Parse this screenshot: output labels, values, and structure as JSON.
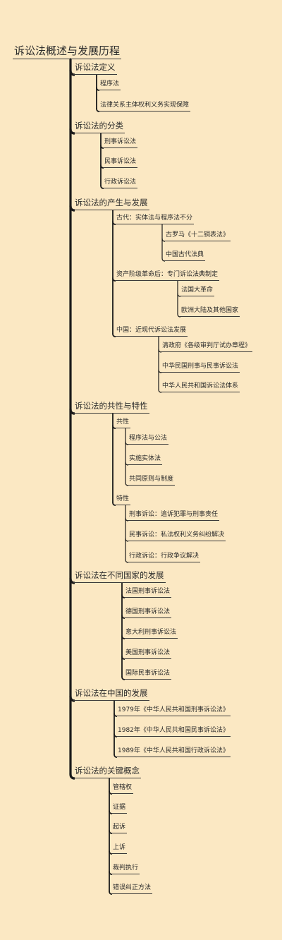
{
  "colors": {
    "background": "#fbe8c3",
    "line": "#1a1a1a",
    "text": "#2b2b2b"
  },
  "root": {
    "label": "诉讼法概述与发展历程",
    "children": [
      {
        "label": "诉讼法定义",
        "children": [
          {
            "label": "程序法"
          },
          {
            "label": "法律关系主体权利义务实现保障"
          }
        ]
      },
      {
        "label": "诉讼法的分类",
        "children": [
          {
            "label": "刑事诉讼法"
          },
          {
            "label": "民事诉讼法"
          },
          {
            "label": "行政诉讼法"
          }
        ]
      },
      {
        "label": "诉讼法的产生与发展",
        "children": [
          {
            "label": "古代：实体法与程序法不分",
            "children": [
              {
                "label": "古罗马《十二铜表法》"
              },
              {
                "label": "中国古代法典"
              }
            ]
          },
          {
            "label": "资产阶级革命后：专门诉讼法典制定",
            "children": [
              {
                "label": "法国大革命"
              },
              {
                "label": "欧洲大陆及其他国家"
              }
            ]
          },
          {
            "label": "中国：近现代诉讼法发展",
            "children": [
              {
                "label": "清政府《各级审判厅试办章程》"
              },
              {
                "label": "中华民国刑事与民事诉讼法"
              },
              {
                "label": "中华人民共和国诉讼法体系"
              }
            ]
          }
        ]
      },
      {
        "label": "诉讼法的共性与特性",
        "children": [
          {
            "label": "共性",
            "children": [
              {
                "label": "程序法与公法"
              },
              {
                "label": "实施实体法"
              },
              {
                "label": "共同原则与制度"
              }
            ]
          },
          {
            "label": "特性",
            "children": [
              {
                "label": "刑事诉讼：追诉犯罪与刑事责任"
              },
              {
                "label": "民事诉讼：私法权利义务纠纷解决"
              },
              {
                "label": "行政诉讼：行政争议解决"
              }
            ]
          }
        ]
      },
      {
        "label": "诉讼法在不同国家的发展",
        "children": [
          {
            "label": "法国刑事诉讼法"
          },
          {
            "label": "德国刑事诉讼法"
          },
          {
            "label": "意大利刑事诉讼法"
          },
          {
            "label": "美国刑事诉讼法"
          },
          {
            "label": "国际民事诉讼法"
          }
        ]
      },
      {
        "label": "诉讼法在中国的发展",
        "children": [
          {
            "label": "1979年《中华人民共和国刑事诉讼法》"
          },
          {
            "label": "1982年《中华人民共和国民事诉讼法》"
          },
          {
            "label": "1989年《中华人民共和国行政诉讼法》"
          }
        ]
      },
      {
        "label": "诉讼法的关键概念",
        "children": [
          {
            "label": "管辖权"
          },
          {
            "label": "证据"
          },
          {
            "label": "起诉"
          },
          {
            "label": "上诉"
          },
          {
            "label": "裁判执行"
          },
          {
            "label": "错误纠正方法"
          }
        ]
      }
    ]
  }
}
